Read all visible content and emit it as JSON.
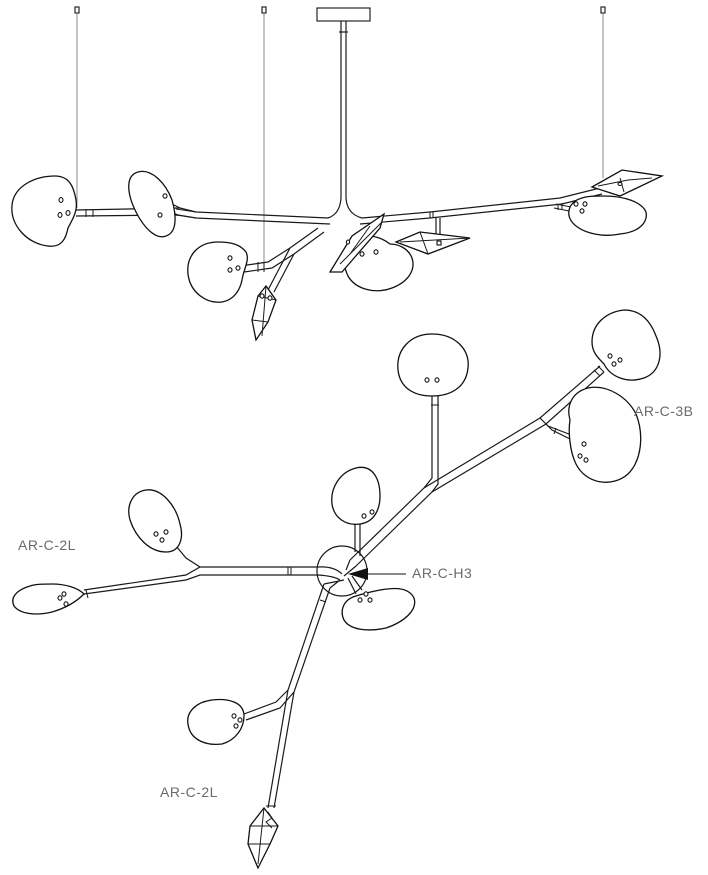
{
  "labels": {
    "assembly_3b": "AR-C-3B",
    "assembly_2l_upper": "AR-C-2L",
    "hub_h3": "AR-C-H3",
    "assembly_2l_lower": "AR-C-2L"
  },
  "colors": {
    "line": "#111111",
    "wire": "#8a8a8a",
    "label": "#6b6b6b",
    "background": "#ffffff"
  }
}
